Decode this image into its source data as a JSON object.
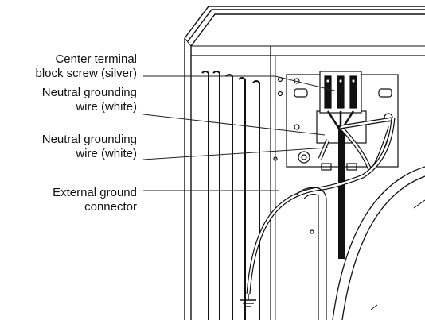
{
  "callouts": [
    {
      "line1": "Center terminal",
      "line2": "block screw (silver)"
    },
    {
      "line1": "Neutral grounding",
      "line2": "wire (white)"
    },
    {
      "line1": "Neutral grounding",
      "line2": "wire (white)"
    },
    {
      "line1": "External ground",
      "line2": "connector"
    }
  ]
}
